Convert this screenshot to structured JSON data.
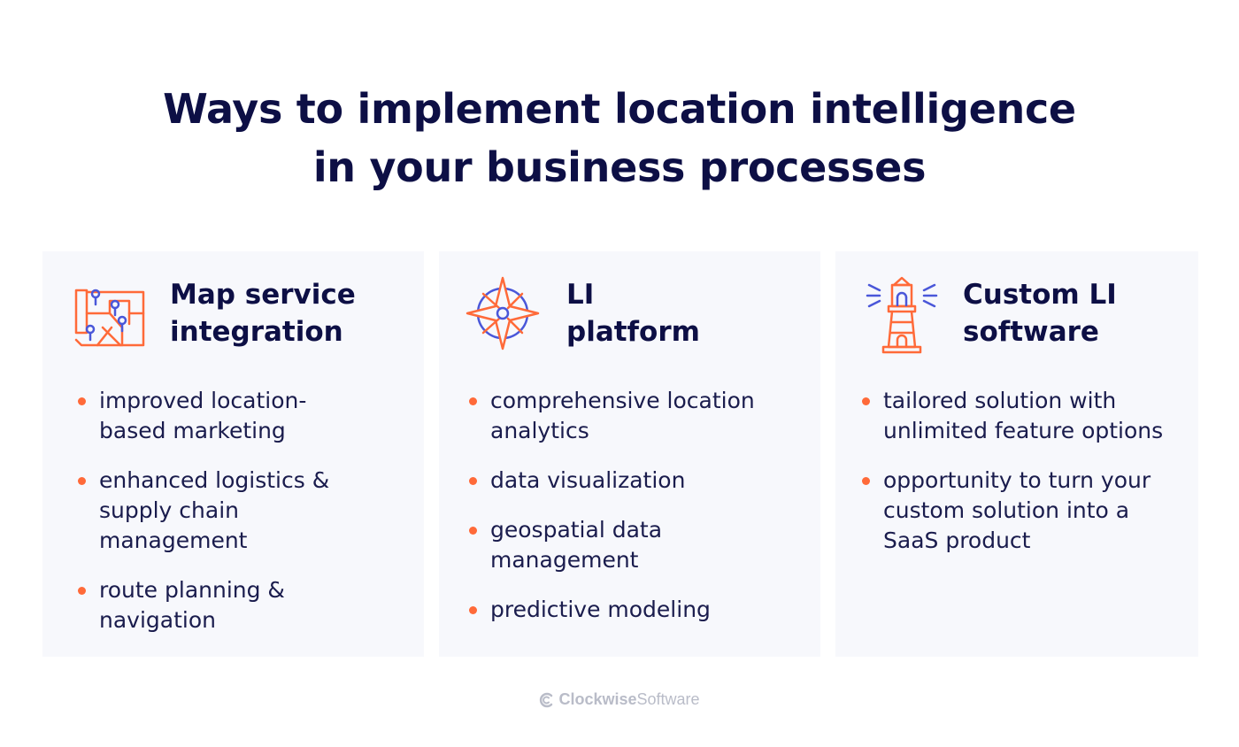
{
  "title": {
    "line1": "Ways to implement location intelligence",
    "line2": "in your business processes"
  },
  "cards": [
    {
      "icon": "map-icon",
      "title_line1": "Map service",
      "title_line2": "integration",
      "bullets": [
        "improved location-based marketing",
        "enhanced logistics & supply chain management",
        "route planning & navigation"
      ]
    },
    {
      "icon": "compass-icon",
      "title_line1": "LI",
      "title_line2": "platform",
      "bullets": [
        "comprehensive location analytics",
        "data visualization",
        "geospatial data management",
        "predictive modeling"
      ]
    },
    {
      "icon": "lighthouse-icon",
      "title_line1": "Custom LI",
      "title_line2": "software",
      "bullets": [
        "tailored solution with unlimited feature options",
        "opportunity to turn your custom solution into a SaaS product"
      ]
    }
  ],
  "footer": {
    "brand": "Clockwise",
    "suffix": "Software"
  },
  "colors": {
    "accent": "#ff6a39",
    "secondary": "#4a57d9",
    "text": "#0d0f45",
    "card_bg": "#f7f8fc"
  }
}
